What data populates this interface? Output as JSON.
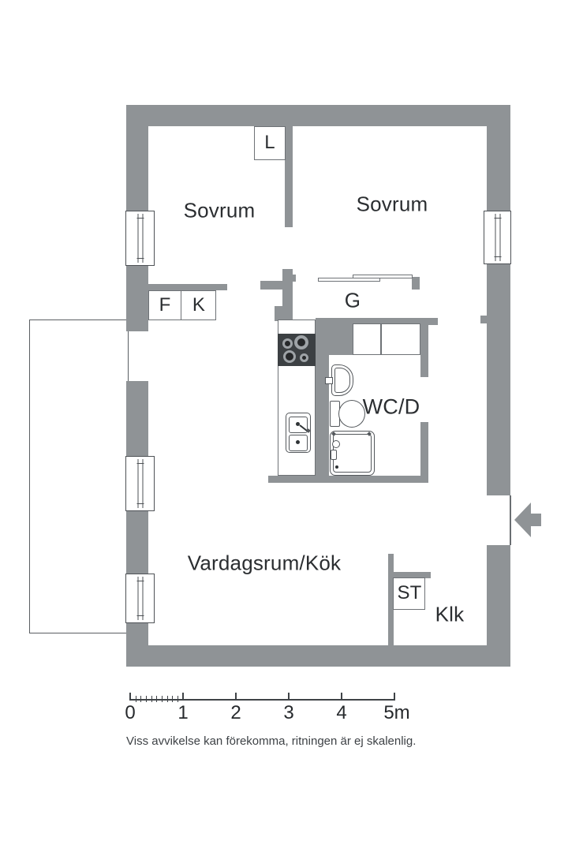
{
  "plan": {
    "rooms": {
      "bedroom1": {
        "label": "Sovrum"
      },
      "bedroom2": {
        "label": "Sovrum"
      },
      "wardrobe": {
        "label": "G"
      },
      "bathroom": {
        "label": "WC/D"
      },
      "living_kitchen": {
        "label": "Vardagsrum/Kök"
      },
      "walk_in_closet": {
        "label": "Klk"
      }
    },
    "cabinets": {
      "linen": {
        "label": "L"
      },
      "fridge": {
        "label": "F"
      },
      "freezer": {
        "label": "K"
      },
      "cleaning": {
        "label": "ST"
      }
    }
  },
  "scale_bar": {
    "tick_labels": [
      "0",
      "1",
      "2",
      "3",
      "4",
      "5m"
    ]
  },
  "disclaimer": "Viss avvikelse kan förekomma, ritningen är ej skalenlig.",
  "colors": {
    "wall": "#8F9396",
    "fixture_line": "#54585C",
    "stove_top": "#3C4043",
    "burner_ring": "#9EA3A7",
    "burner_center": "#26282A",
    "text": "#2B2E31",
    "box_border": "#6E7276"
  }
}
